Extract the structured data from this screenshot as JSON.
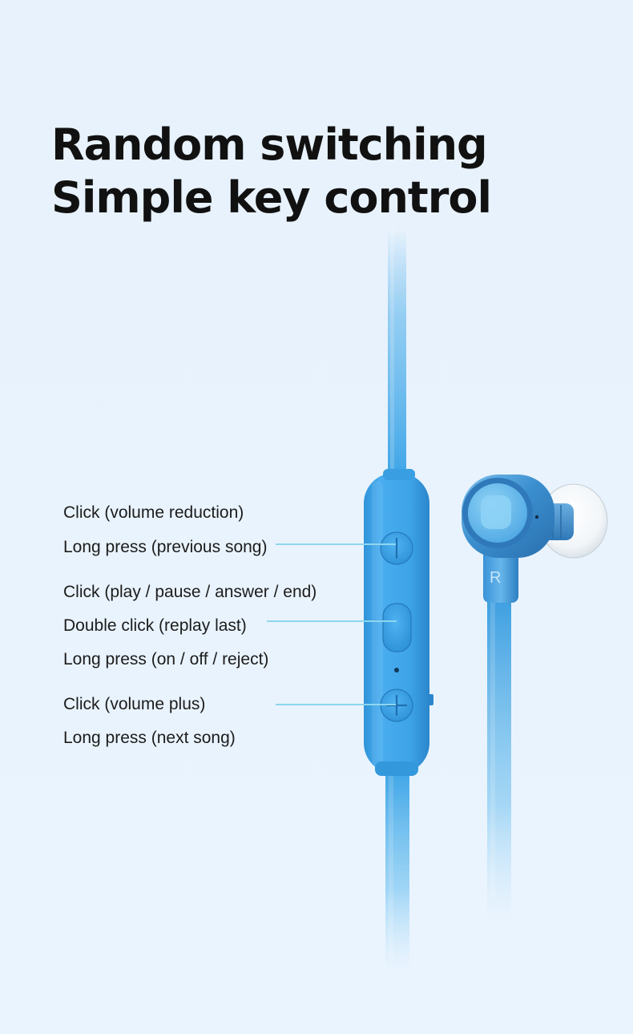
{
  "headline": {
    "line1": "Random switching",
    "line2": "Simple key control"
  },
  "controls": {
    "volume_minus": {
      "click": "Click (volume reduction)",
      "long_press": "Long press (previous song)"
    },
    "multifunction": {
      "click": "Click (play / pause / answer / end)",
      "double_click": "Double click (replay last)",
      "long_press": "Long press (on / off / reject)"
    },
    "volume_plus": {
      "click": "Click (volume plus)",
      "long_press": "Long press (next song)"
    }
  },
  "earbud": {
    "side_mark": "R"
  },
  "colors": {
    "background": "#e8f2fc",
    "cable_blue": "#3aa3e6",
    "remote_blue": "#3ea6ea",
    "leader_line": "#8dd6ee",
    "text": "#1c1c1c"
  },
  "icons": {
    "minus_button": "minus-icon",
    "plus_button": "plus-icon",
    "microphone": "microphone-hole-icon"
  }
}
